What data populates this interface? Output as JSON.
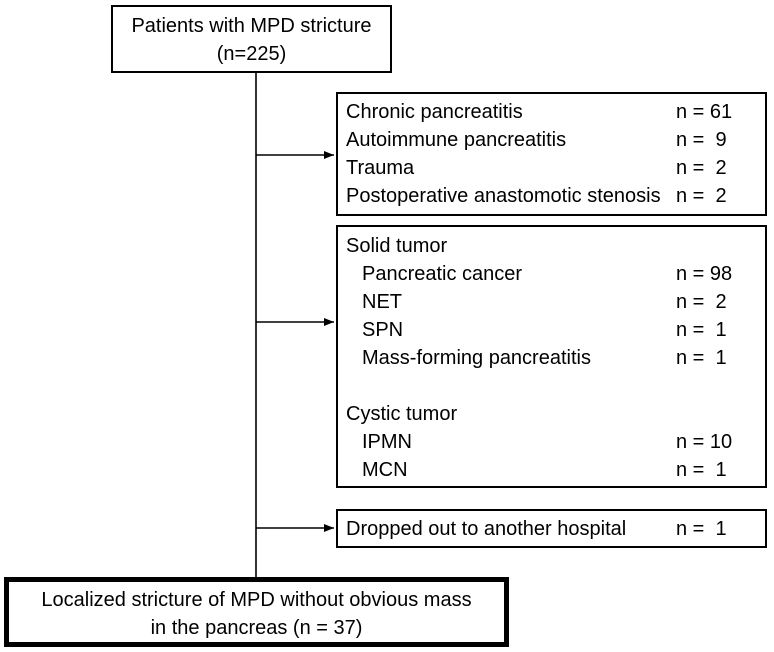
{
  "top_box": {
    "line1": "Patients with MPD stricture",
    "line2": "(n=225)"
  },
  "excluded_group_1": [
    {
      "label": "Chronic pancreatitis",
      "count": "n = 61"
    },
    {
      "label": "Autoimmune pancreatitis",
      "count": "n =  9"
    },
    {
      "label": "Trauma",
      "count": "n =  2"
    },
    {
      "label": "Postoperative anastomotic stenosis",
      "count": "n =  2"
    }
  ],
  "excluded_group_2": {
    "solid_heading": "Solid tumor",
    "solid_items": [
      {
        "label": "Pancreatic cancer",
        "count": "n = 98"
      },
      {
        "label": "NET",
        "count": "n =  2"
      },
      {
        "label": "SPN",
        "count": "n =  1"
      },
      {
        "label": "Mass-forming pancreatitis",
        "count": "n =  1"
      }
    ],
    "cystic_heading": "Cystic tumor",
    "cystic_items": [
      {
        "label": "IPMN",
        "count": "n = 10"
      },
      {
        "label": "MCN",
        "count": "n =  1"
      }
    ]
  },
  "excluded_group_3": {
    "label": "Dropped out to another hospital",
    "count": "n =  1"
  },
  "bottom_box": {
    "line1": "Localized stricture of MPD without obvious mass",
    "line2": "in the pancreas  (n = 37)"
  }
}
